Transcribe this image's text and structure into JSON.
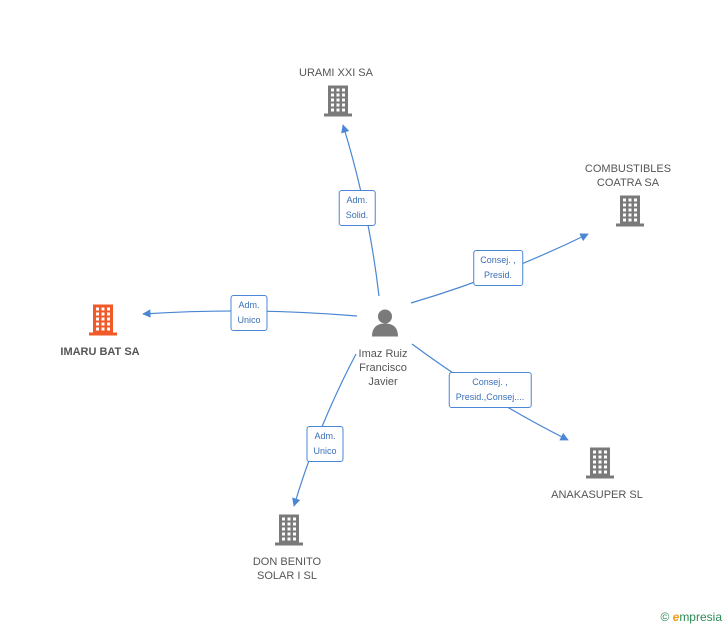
{
  "center": {
    "label_lines": [
      "Imaz Ruiz",
      "Francisco",
      "Javier"
    ]
  },
  "companies": [
    {
      "key": "urami",
      "lines": [
        "URAMI XXI SA"
      ],
      "highlight": false
    },
    {
      "key": "combustibles",
      "lines": [
        "COMBUSTIBLES",
        "COATRA SA"
      ],
      "highlight": false
    },
    {
      "key": "imaru",
      "lines": [
        "IMARU BAT SA"
      ],
      "highlight": true
    },
    {
      "key": "anakasuper",
      "lines": [
        "ANAKASUPER SL"
      ],
      "highlight": false
    },
    {
      "key": "donbenito",
      "lines": [
        "DON BENITO",
        "SOLAR I SL"
      ],
      "highlight": false
    }
  ],
  "relations": [
    {
      "to": "urami",
      "lines": [
        "Adm.",
        "Solid."
      ]
    },
    {
      "to": "combustibles",
      "lines": [
        "Consej. ,",
        "Presid."
      ]
    },
    {
      "to": "imaru",
      "lines": [
        "Adm.",
        "Unico"
      ]
    },
    {
      "to": "anakasuper",
      "lines": [
        "Consej. ,",
        "Presid.,Consej...."
      ]
    },
    {
      "to": "donbenito",
      "lines": [
        "Adm.",
        "Unico"
      ]
    }
  ],
  "colors": {
    "edge": "#4a86d4",
    "building": "#7a7a7a",
    "building_highlight": "#f05a28",
    "person": "#7a7a7a"
  },
  "footer": {
    "copyright": "©",
    "brand_initial": "e",
    "brand_rest": "mpresia"
  }
}
